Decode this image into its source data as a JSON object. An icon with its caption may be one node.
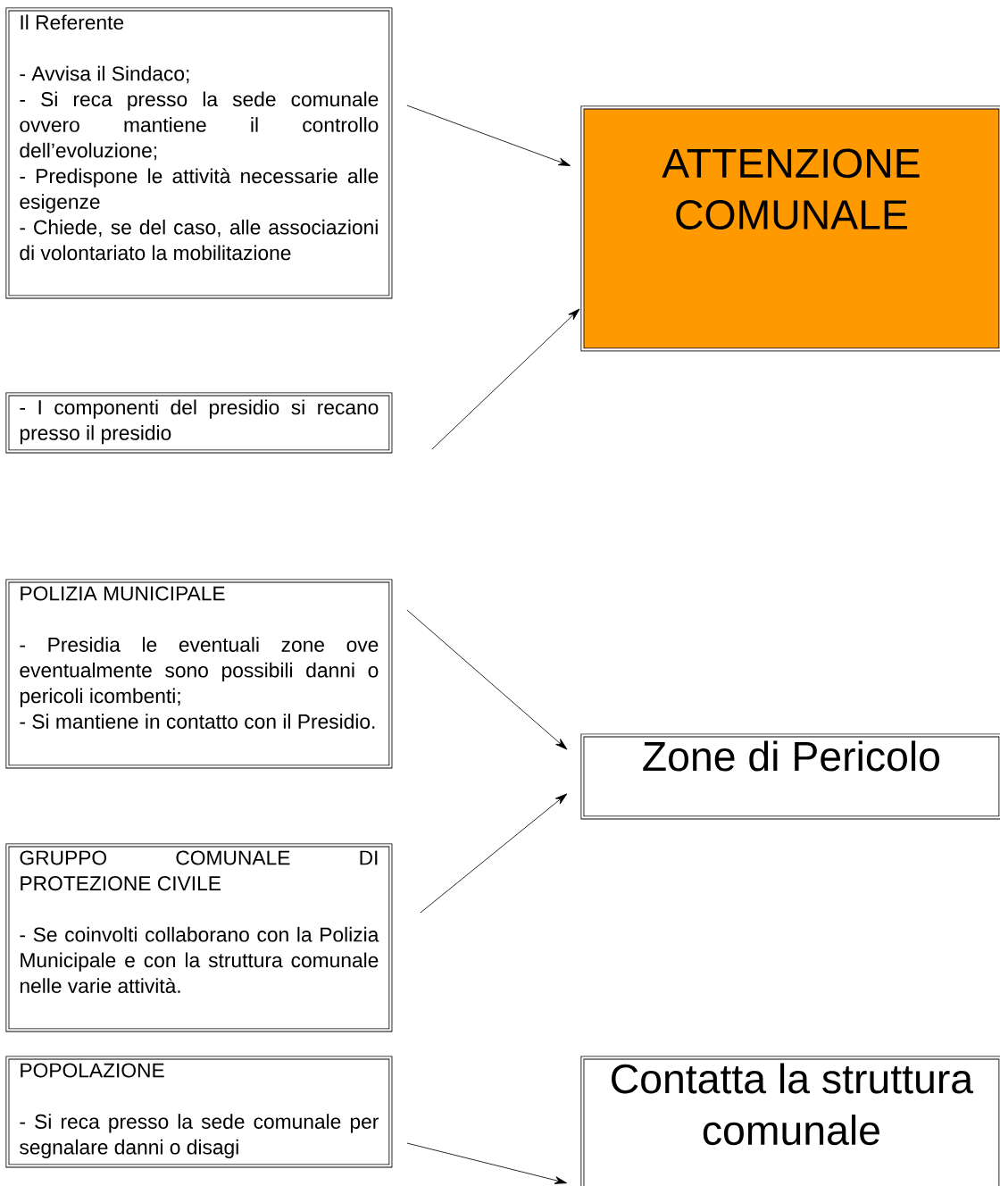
{
  "diagram": {
    "nodes": [
      {
        "text": [
          "Il Referente",
          "- Avvisa il Sindaco;",
          "- Si reca presso la sede comunale ovvero mantiene il controllo dell’evoluzione;",
          "- Predispone le attività necessarie alle esigenze",
          "- Chiede, se del caso, alle associazioni di volontariato la mobilitazione"
        ]
      },
      {
        "text": [
          "ATTENZIONE COMUNALE"
        ]
      },
      {
        "text": [
          "- I componenti del presidio si recano presso il presidio"
        ]
      },
      {
        "text": [
          "POLIZIA MUNICIPALE",
          "- Presidia le eventuali zone ove eventualmente sono possibili danni o pericoli icombenti;",
          "- Si mantiene in contatto con il Presidio."
        ]
      },
      {
        "text": [
          "Zone di Pericolo"
        ]
      },
      {
        "text": [
          "GRUPPO COMUNALE DI PROTEZIONE CIVILE",
          "- Se coinvolti collaborano con la Polizia Municipale e con la struttura comunale nelle varie attività."
        ]
      },
      {
        "text": [
          "POPOLAZIONE",
          "- Si reca presso la sede comunale per segnalare danni o disagi"
        ]
      },
      {
        "text": [
          "Contatta la struttura comunale"
        ]
      }
    ],
    "edges": [
      {
        "from": 0,
        "to": 1,
        "arrow": "to"
      },
      {
        "from": 2,
        "to": 1,
        "arrow": "to"
      },
      {
        "from": 3,
        "to": 4,
        "arrow": "to"
      },
      {
        "from": 5,
        "to": 4,
        "arrow": "to"
      },
      {
        "from": 6,
        "to": 7,
        "arrow": "to"
      }
    ]
  }
}
